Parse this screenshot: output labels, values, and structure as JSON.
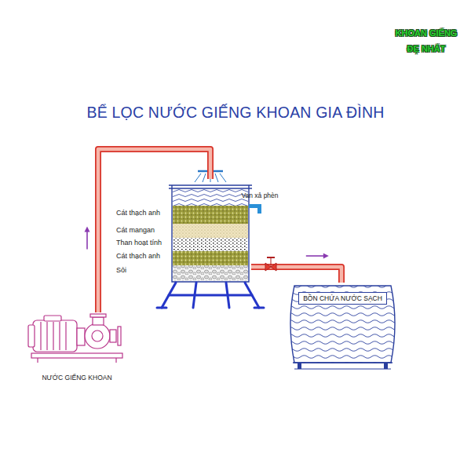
{
  "diagram": {
    "title": "BỂ LỌC NƯỚC GIẾNG KHOAN GIA ĐÌNH",
    "nodes": [
      {
        "text": [
          "NƯỚC GIẾNG KHOAN"
        ]
      },
      {
        "text": [
          "Cát thạch anh",
          "Cát mangan",
          "Than hoạt tính",
          "Cát thạch anh",
          "Sỏi"
        ]
      },
      {
        "text": [
          "BỒN CHỨA NƯỚC SẠCH"
        ]
      }
    ],
    "edges": [
      {
        "from": 0,
        "to": 1,
        "arrow": "to"
      },
      {
        "from": 1,
        "to": 2,
        "arrow": "to"
      }
    ],
    "labels": [
      "Van xả phèn",
      "KHOAN GIẾNG",
      "ĐẸ NHẤT"
    ]
  }
}
